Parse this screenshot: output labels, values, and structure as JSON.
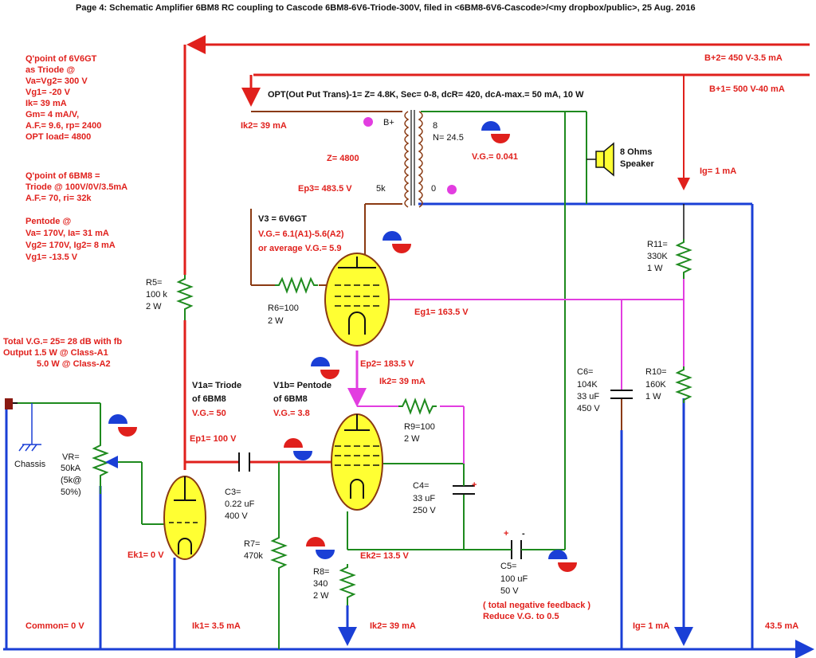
{
  "title": "Page 4: Schematic Amplifier 6BM8 RC coupling to Cascode 6BM8-6V6-Triode-300V,    filed in <6BM8-6V6-Cascode>/<my dropbox/public>,          25 Aug.  2016",
  "left_notes": {
    "q6v6": [
      "Q'point of 6V6GT",
      "as Triode @",
      "Va=Vg2= 300 V",
      "Vg1= -20 V",
      "Ik= 39 mA",
      "Gm= 4 mA/V,",
      "A.F.= 9.6, rp= 2400",
      "OPT load= 4800"
    ],
    "q6bm8": [
      "Q'point of 6BM8 =",
      "Triode @ 100V/0V/3.5mA",
      "A.F.= 70, ri= 32k"
    ],
    "pentode": [
      "Pentode @",
      "Va= 170V, Ia= 31 mA",
      "Vg2= 170V, Ig2= 8 mA",
      "Vg1= -13.5 V"
    ],
    "total": [
      "Total V.G.= 25= 28 dB with fb",
      "Output 1.5 W @ Class-A1",
      "5.0 W @ Class-A2"
    ]
  },
  "supply": {
    "b2": "B+2= 450 V-3.5  mA",
    "b1": "B+1= 500 V-40  mA"
  },
  "opt": {
    "label": "OPT(Out Put Trans)-1= Z= 4.8K, Sec= 0-8, dcR= 420, dcA-max.= 50 mA, 10 W",
    "bplus": "B+",
    "tap_8": "8",
    "n_ratio": "N= 24.5",
    "tap_5k": "5k",
    "tap_0": "0",
    "z": "Z= 4800",
    "vg": "V.G.= 0.041"
  },
  "speaker": [
    "8 Ohms",
    "Speaker"
  ],
  "v3": {
    "name": "V3 = 6V6GT",
    "vg": "V.G.= 6.1(A1)-5.6(A2)",
    "avg": "or average V.G.= 5.9",
    "ik2": "Ik2= 39 mA",
    "ep3": "Ep3= 483.5 V",
    "eg1": "Eg1= 163.5 V",
    "ep2": "Ep2= 183.5 V",
    "ik2b": "Ik2= 39 mA"
  },
  "v1a": {
    "name": [
      "V1a= Triode",
      "of 6BM8"
    ],
    "vg": "V.G.= 50",
    "ep1": "Ep1= 100 V",
    "ek1": "Ek1= 0 V",
    "ik1": "Ik1= 3.5 mA"
  },
  "v1b": {
    "name": [
      "V1b= Pentode",
      "of 6BM8"
    ],
    "vg": "V.G.= 3.8",
    "ek2": "Ek2= 13.5 V",
    "ik2": "Ik2= 39 mA"
  },
  "components": {
    "r5": [
      "R5=",
      "100 k",
      "2 W"
    ],
    "r6": [
      "R6=100",
      "2 W"
    ],
    "r7": [
      "R7=",
      "470k"
    ],
    "r8": [
      "R8=",
      "340",
      "2 W"
    ],
    "r9": [
      "R9=100",
      "2 W"
    ],
    "r10": [
      "R10=",
      "160K",
      "1 W"
    ],
    "r11": [
      "R11=",
      "330K",
      "1 W"
    ],
    "c3": [
      "C3=",
      "0.22 uF",
      "400 V"
    ],
    "c4": [
      "C4=",
      "33 uF",
      "250 V"
    ],
    "c5": [
      "C5=",
      "100 uF",
      "50 V"
    ],
    "c6": [
      "C6=",
      "104K",
      "33 uF",
      "450 V"
    ],
    "vr": [
      "VR=",
      "50kA",
      "(5k@",
      "50%)"
    ],
    "chassis": "Chassis"
  },
  "feedback": [
    "( total negative feedback )",
    "Reduce V.G. to 0.5"
  ],
  "bottom": {
    "common": "Common= 0 V",
    "ig": "Ig= 1 mA",
    "total": "43.5  mA"
  },
  "ig_top": "Ig= 1 mA",
  "colors": {
    "wire": "#111111",
    "red": "#e0201c",
    "blue": "#1a3fd6",
    "green": "#1e8a1e",
    "magenta": "#e23de0",
    "brown": "#8a3a12",
    "tube": "#ffff33"
  }
}
